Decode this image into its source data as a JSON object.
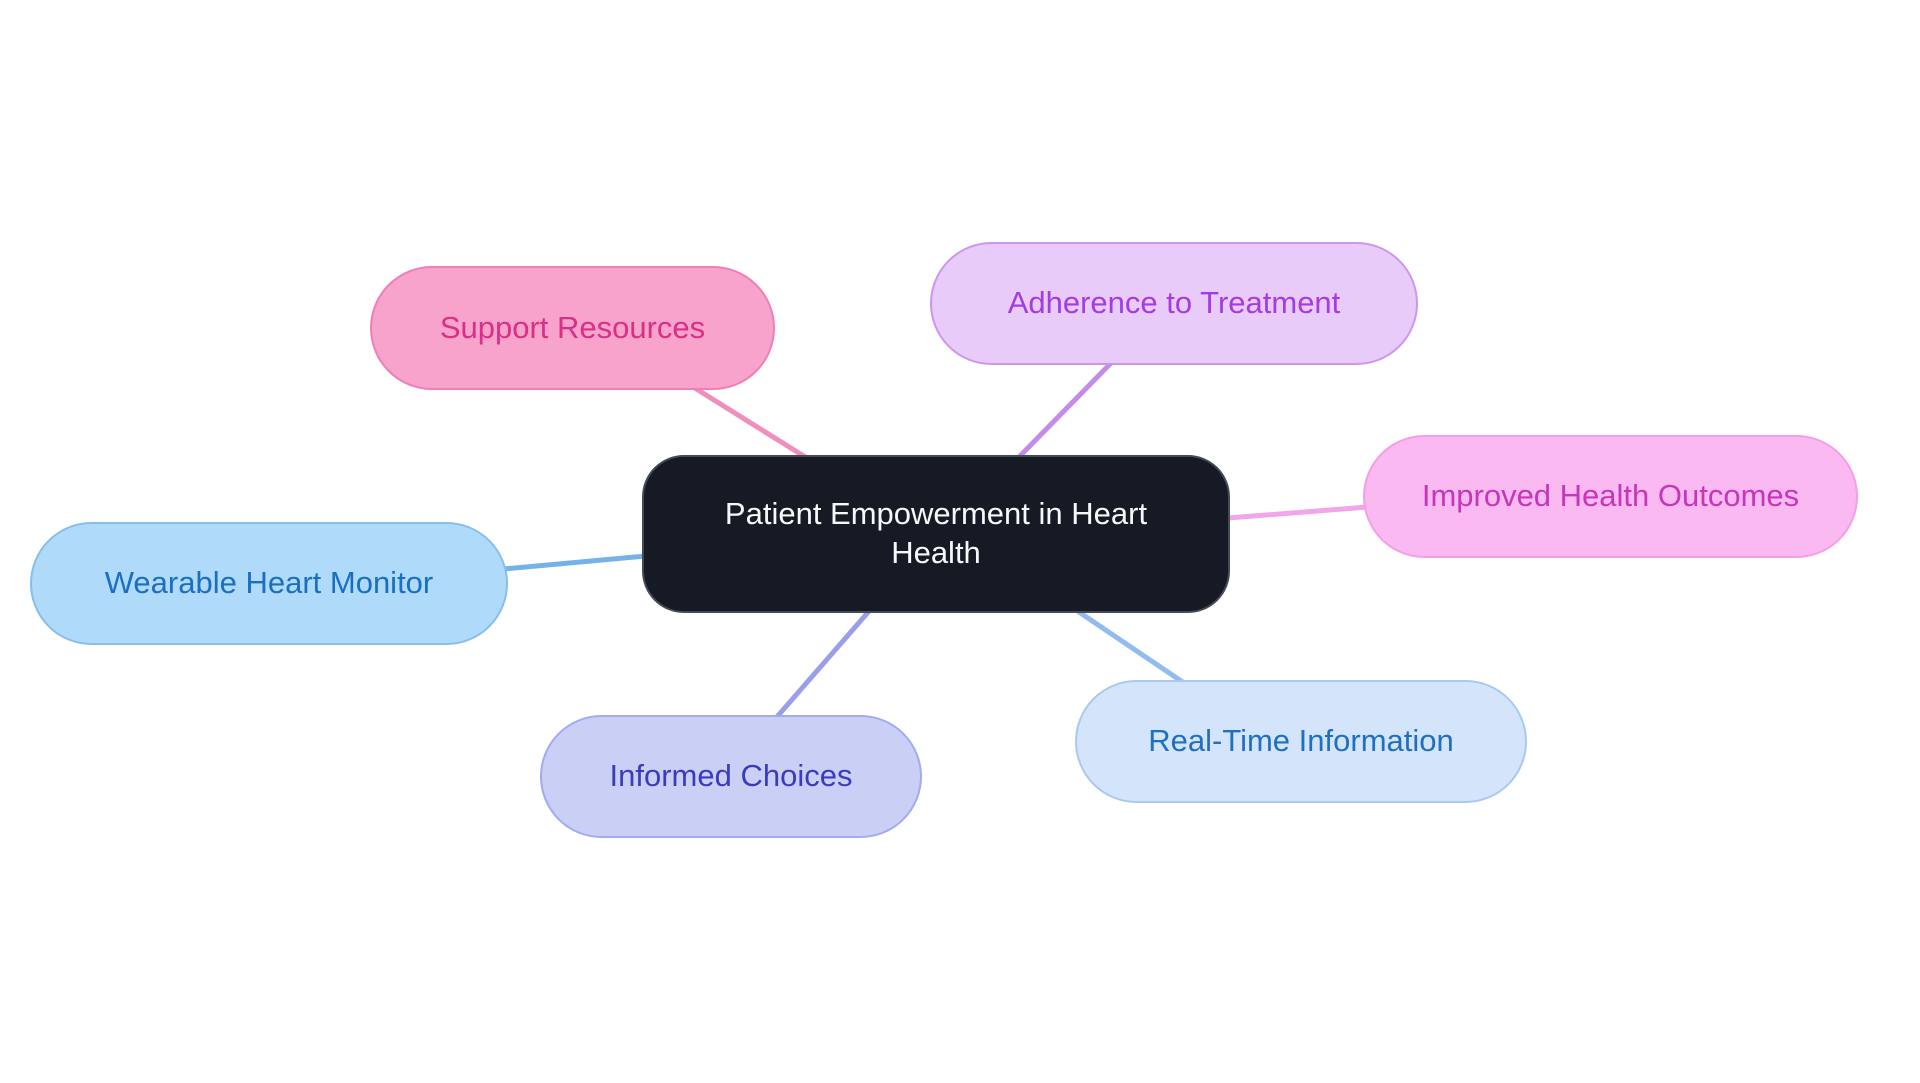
{
  "diagram": {
    "type": "mindmap",
    "background": "#ffffff",
    "center": {
      "id": "patient-empowerment-in-heart-health",
      "label": "Patient Empowerment in Heart Health",
      "fill": "#151a24",
      "border": "#454a54",
      "text_color": "#f7f8f9"
    },
    "branches": [
      {
        "id": "support-resources",
        "label": "Support Resources",
        "fill": "#F8A3CC",
        "border": "#EF7FB5",
        "text_color": "#DB2E87",
        "line_color": "#F08FBE"
      },
      {
        "id": "adherence-to-treatment",
        "label": "Adherence to Treatment",
        "fill": "#E8CBF8",
        "border": "#CC96EE",
        "text_color": "#A43BE3",
        "line_color": "#C48CE9"
      },
      {
        "id": "improved-health-outcomes",
        "label": "Improved Health Outcomes",
        "fill": "#FBB9F1",
        "border": "#F49DE8",
        "text_color": "#C636B9",
        "line_color": "#F2A5E8"
      },
      {
        "id": "real-time-information",
        "label": "Real-Time Information",
        "fill": "#D4E4FA",
        "border": "#A9C9F0",
        "text_color": "#1F70C1",
        "line_color": "#92BCEE"
      },
      {
        "id": "informed-choices",
        "label": "Informed Choices",
        "fill": "#CACFF5",
        "border": "#A3AAF0",
        "text_color": "#3A3CBE",
        "line_color": "#9B9FE9"
      },
      {
        "id": "wearable-heart-monitor",
        "label": "Wearable Heart Monitor",
        "fill": "#B0DAF9",
        "border": "#88BEEC",
        "text_color": "#1A6FC2",
        "line_color": "#74B2E8"
      }
    ]
  }
}
